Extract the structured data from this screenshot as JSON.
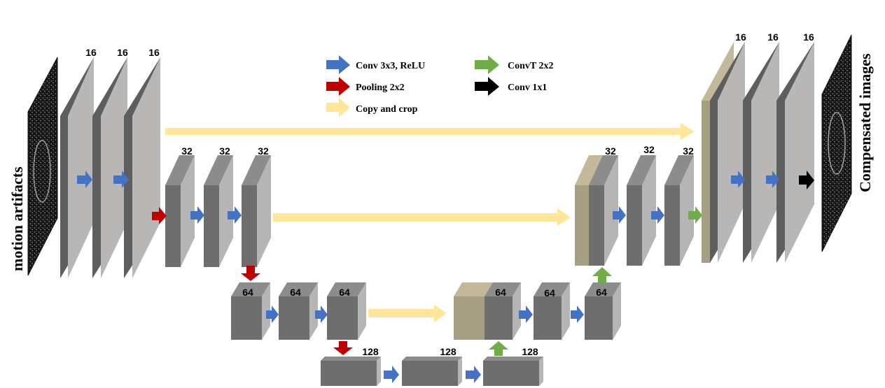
{
  "side_labels": {
    "input": "motion artifacts",
    "output": "Compensated images"
  },
  "legend": {
    "conv": "Conv 3x3, ReLU",
    "pool": "Pooling 2x2",
    "copy": "Copy and crop",
    "convt": "ConvT 2x2",
    "conv1": "Conv 1x1"
  },
  "channels": {
    "enc1": [
      "16",
      "16",
      "16"
    ],
    "enc2": [
      "32",
      "32",
      "32"
    ],
    "enc3": [
      "64",
      "64",
      "64"
    ],
    "bottleneck": [
      "128",
      "128",
      "128"
    ],
    "dec3": [
      "64",
      "64",
      "64"
    ],
    "dec2": [
      "32",
      "32",
      "32"
    ],
    "dec1": [
      "16",
      "16",
      "16"
    ]
  },
  "colors": {
    "conv": "#4472c4",
    "pool": "#c00000",
    "copy": "#ffe699",
    "convt": "#70ad47",
    "conv1": "#000000",
    "block_front_light": "#b9b6b6",
    "block_front_dark": "#6e6e6e",
    "copied_block": "#a79f84"
  }
}
